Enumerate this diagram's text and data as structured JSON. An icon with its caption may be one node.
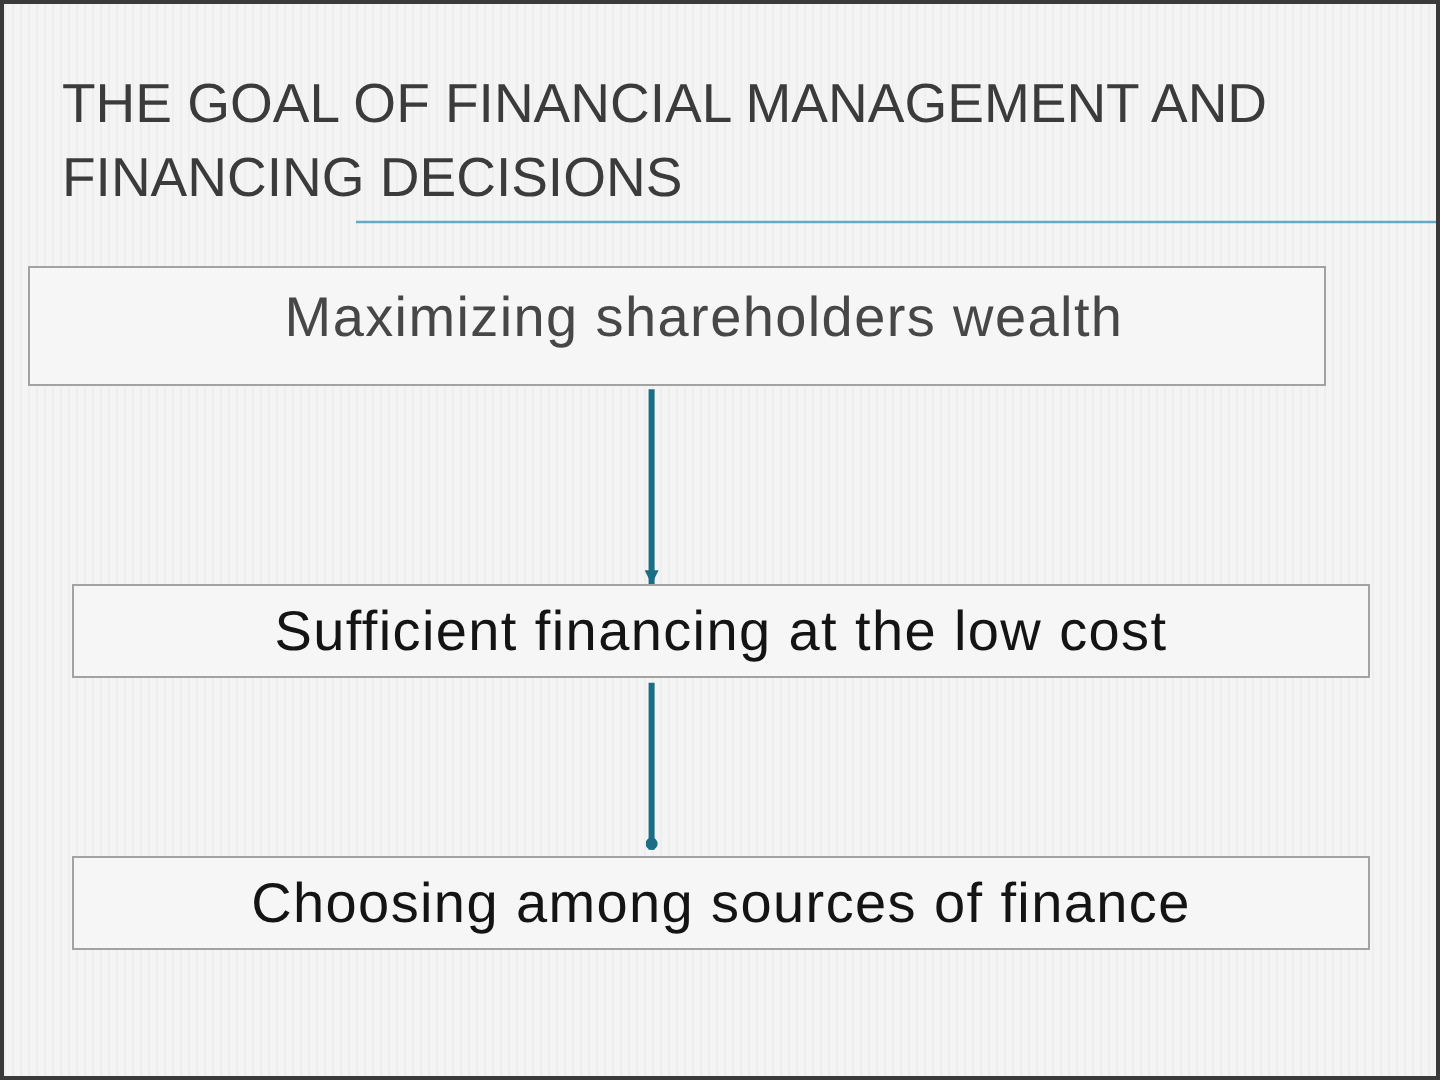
{
  "diagram": {
    "title": "THE GOAL OF FINANCIAL MANAGEMENT AND FINANCING DECISIONS",
    "nodes": [
      {
        "text": [
          "Maximizing shareholders wealth"
        ]
      },
      {
        "text": [
          "Sufficient financing at the low cost"
        ]
      },
      {
        "text": [
          "Choosing among sources of finance"
        ]
      }
    ],
    "edges": [
      {
        "from": 0,
        "to": 1,
        "arrow": "to"
      },
      {
        "from": 1,
        "to": 2,
        "arrow": "other"
      }
    ]
  }
}
